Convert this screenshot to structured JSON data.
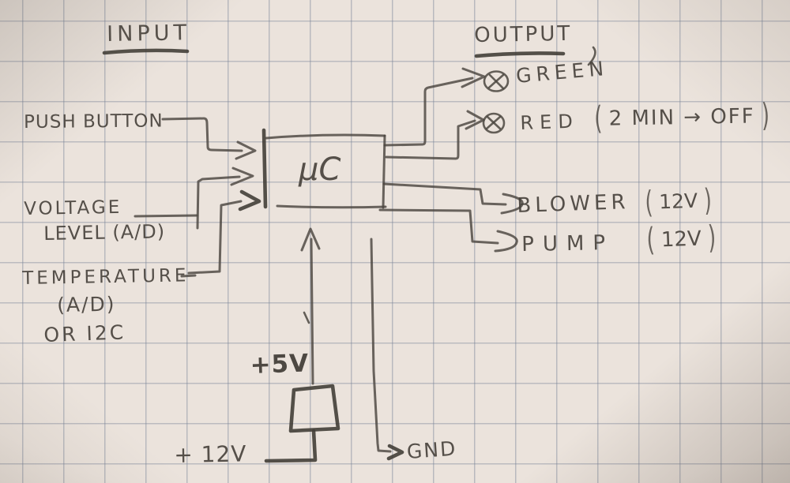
{
  "palette": {
    "paper": "#ebe3dc",
    "grid_line": "#9aa3b2",
    "pencil": "#4b463f"
  },
  "headings": {
    "input": "INPUT",
    "output": "OUTPUT"
  },
  "mcu": {
    "label": "µC"
  },
  "inputs": {
    "push_button": {
      "label": "PUSH BUTTON"
    },
    "voltage": {
      "line1": "VOLTAGE",
      "line2": "LEVEL (A/D)"
    },
    "temperature": {
      "line1": "TEMPERATURE",
      "line2": "(A/D)",
      "line3": "OR I2C"
    }
  },
  "outputs": {
    "green_led": {
      "label": "GREEN"
    },
    "red_led": {
      "label": "RED",
      "note": "2 MIN → OFF"
    },
    "blower": {
      "label": "BLOWER",
      "rating": "12V"
    },
    "pump": {
      "label": "PUMP",
      "rating": "12V"
    }
  },
  "power": {
    "vcc": "+5V",
    "vin": "+ 12V",
    "gnd": "GND"
  },
  "glyphs": {
    "paren_open": "(",
    "paren_close": ")"
  }
}
